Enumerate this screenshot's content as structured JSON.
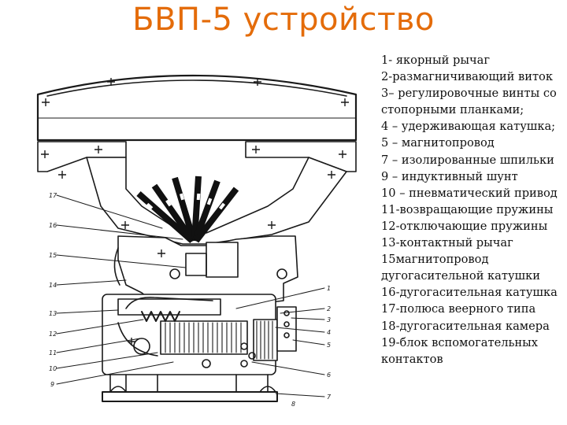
{
  "slide": {
    "title": "БВП-5 устройство"
  },
  "legend": [
    "1- якорный рычаг",
    "2-размагничивающий виток",
    "3– регулировочные винты со стопорными планками;",
    "4 – удерживающая катушка;",
    "5 – магнитопровод",
    " 7 – изолированные шпильки",
    "9 – индуктивный шунт",
    " 10 – пневматический привод",
    "11-возвращающие пружины",
    "12-отключающие пружины",
    "13-контактный рычаг",
    "15магнитопровод дугогасительной катушки",
    "16-дугогасительная катушка",
    "17-полюса веерного типа",
    "18-дугогасительная камера",
    "19-блок вспомогательных контактов"
  ],
  "drawing": {
    "callouts_left": [
      "17",
      "16",
      "15",
      "14",
      "13",
      "12",
      "11",
      "10",
      "9"
    ],
    "callouts_right": [
      "1",
      "2",
      "3",
      "4",
      "5",
      "6",
      "7",
      "8"
    ]
  },
  "colors": {
    "title": "#e46c0a",
    "ink": "#1a1a1a",
    "text": "#111111"
  }
}
